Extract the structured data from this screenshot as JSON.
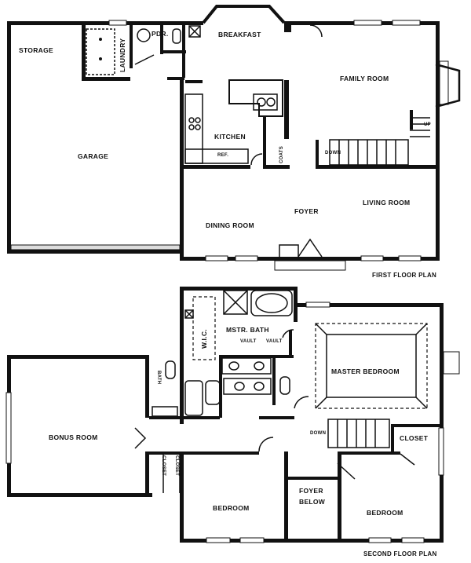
{
  "first_floor": {
    "title": "FIRST FLOOR PLAN",
    "rooms": {
      "storage": "STORAGE",
      "laundry": "LAUNDRY",
      "powder": "PDR.",
      "breakfast": "BREAKFAST",
      "family_room": "FAMILY ROOM",
      "garage": "GARAGE",
      "kitchen": "KITCHEN",
      "refrigerator": "REF.",
      "coats": "COATS",
      "down": "DOWN",
      "up": "UP",
      "dining_room": "DINING ROOM",
      "foyer": "FOYER",
      "living_room": "LIVING ROOM"
    }
  },
  "second_floor": {
    "title": "SECOND FLOOR PLAN",
    "rooms": {
      "wic": "W.I.C.",
      "master_bath": "MSTR. BATH",
      "vault_1": "VAULT",
      "vault_2": "VAULT",
      "master_bedroom": "MASTER BEDROOM",
      "bath": "BATH",
      "bonus_room": "BONUS ROOM",
      "closet_1": "CLOSET",
      "closet_2": "CLOSET",
      "down": "DOWN",
      "closet_3": "CLOSET",
      "bedroom_1": "BEDROOM",
      "foyer_below_1": "FOYER",
      "foyer_below_2": "BELOW",
      "bedroom_2": "BEDROOM"
    }
  }
}
